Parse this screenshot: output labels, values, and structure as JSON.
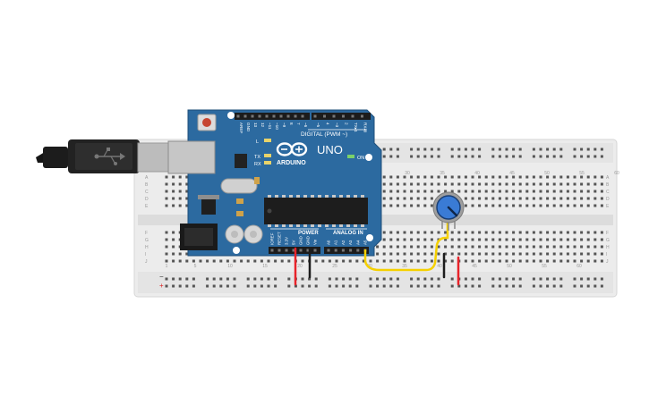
{
  "board": {
    "brand": "ARDUINO",
    "model": "UNO",
    "digital_label": "DIGITAL (PWM ~)",
    "power_label": "POWER",
    "analog_label": "ANALOG IN",
    "on_label": "ON",
    "led_labels": [
      "L",
      "TX",
      "RX"
    ],
    "digital_pins": [
      "AREF",
      "GND",
      "13",
      "12",
      "~11",
      "~10",
      "~9",
      "8",
      "7",
      "~6",
      "~5",
      "4",
      "~3",
      "2",
      "TX▸1",
      "RX◂0"
    ],
    "power_pins": [
      "IOREF",
      "RESET",
      "3.3V",
      "5V",
      "GND",
      "GND",
      "Vin"
    ],
    "analog_pins": [
      "A0",
      "A1",
      "A2",
      "A3",
      "A4",
      "A5"
    ]
  },
  "breadboard": {
    "row_letters_top": [
      "A",
      "B",
      "C",
      "D",
      "E"
    ],
    "row_letters_bottom": [
      "F",
      "G",
      "H",
      "I",
      "J"
    ],
    "column_numbers_top": [
      "30",
      "35",
      "40",
      "45",
      "50",
      "55",
      "60"
    ],
    "column_numbers_bottom": [
      "1",
      "5",
      "10",
      "15",
      "20",
      "25",
      "30",
      "35",
      "40",
      "45",
      "50",
      "55",
      "60"
    ],
    "rail_symbols": [
      "+",
      "−"
    ]
  },
  "colors": {
    "board_blue": "#2c6aa0",
    "breadboard": "#ececec",
    "wire_red": "#e8232a",
    "wire_black": "#1d1d1d",
    "wire_yellow": "#f5d000",
    "knob": "#3a7bd5"
  },
  "components": [
    "usb-cable",
    "arduino-uno",
    "breadboard",
    "potentiometer",
    "wires"
  ]
}
